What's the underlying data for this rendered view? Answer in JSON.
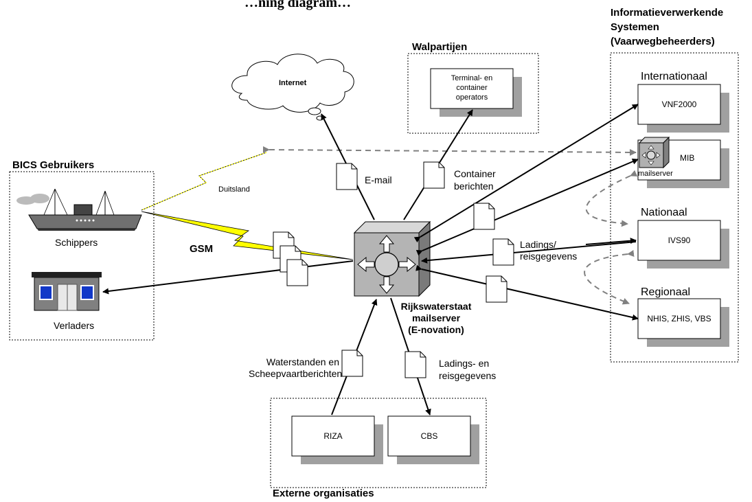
{
  "page_title": "…ning diagram…",
  "groups": {
    "bics": "BICS Gebruikers",
    "walpartijen": "Walpartijen",
    "systemen_line1": "Informatieverwerkende",
    "systemen_line2": "Systemen",
    "systemen_line3": "(Vaarwegbeheerders)",
    "externe": "Externe organisaties"
  },
  "sections": {
    "internationaal": "Internationaal",
    "nationaal": "Nationaal",
    "regionaal": "Regionaal"
  },
  "nodes": {
    "internet": "Internet",
    "terminal_line1": "Terminal- en",
    "terminal_line2": "container",
    "terminal_line3": "operators",
    "vnf2000": "VNF2000",
    "mib": "MIB",
    "mib_sub": "mailserver",
    "ivs90": "IVS90",
    "nhis": "NHIS, ZHIS, VBS",
    "riza": "RIZA",
    "cbs": "CBS",
    "schippers": "Schippers",
    "verladers": "Verladers",
    "hub_line1": "Rijkswaterstaat",
    "hub_line2": "mailserver",
    "hub_line3": "(E-novation)"
  },
  "links": {
    "email": "E-mail",
    "container_line1": "Container",
    "container_line2": "berichten",
    "duitsland": "Duitsland",
    "gsm": "GSM",
    "ladings_line1": "Ladings/",
    "ladings_line2": "reisgegevens",
    "water_line1": "Waterstanden en",
    "water_line2": "Scheepvaartberichten",
    "ladingsen_line1": "Ladings- en",
    "ladingsen_line2": "reisgegevens"
  }
}
